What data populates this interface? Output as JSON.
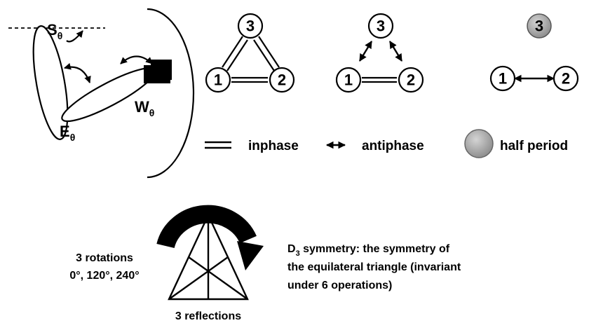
{
  "joint_labels": {
    "shoulder": {
      "main": "S",
      "sub": "θ"
    },
    "elbow": {
      "main": "E",
      "sub": "θ"
    },
    "wrist": {
      "main": "W",
      "sub": "θ"
    }
  },
  "patterns": {
    "pattern1": {
      "top": "3",
      "left": "1",
      "right": "2"
    },
    "pattern2": {
      "top": "3",
      "left": "1",
      "right": "2"
    },
    "pattern3": {
      "top": "3",
      "left": "1",
      "right": "2"
    }
  },
  "legend": {
    "inphase": "inphase",
    "antiphase": "antiphase",
    "half_period": "half period"
  },
  "symmetry": {
    "rotations_line1": "3 rotations",
    "rotations_line2": "0°, 120°, 240°",
    "reflections": "3 reflections",
    "d3_base": "D",
    "d3_sub": "3",
    "d3_rest": " symmetry: the symmetry of",
    "desc_line2": "the equilateral triangle (invariant",
    "desc_line3": "under 6 operations)"
  }
}
